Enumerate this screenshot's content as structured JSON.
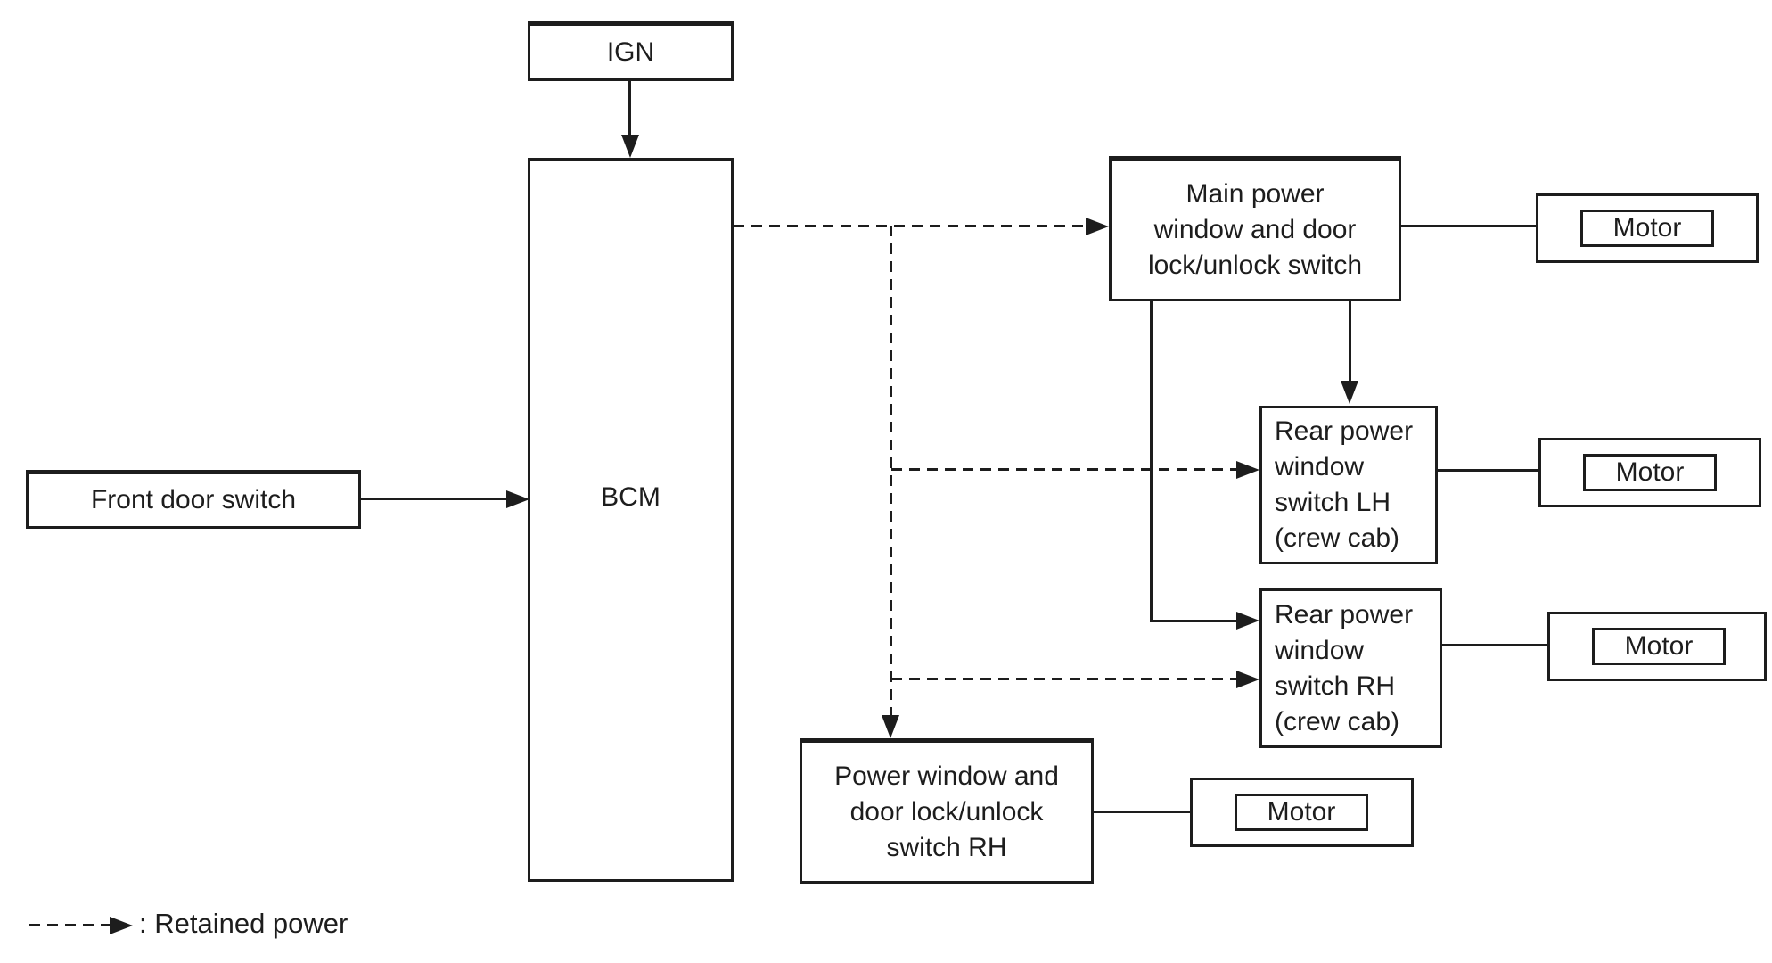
{
  "diagram": {
    "colors": {
      "line": "#1d1d1d",
      "background": "#ffffff"
    },
    "nodes": {
      "ign": "IGN",
      "bcm": "BCM",
      "front_door_switch": "Front door switch",
      "main_power_window_switch": "Main power\nwindow and door\nlock/unlock switch",
      "rear_power_window_switch_lh": "Rear power\nwindow\nswitch LH\n(crew cab)",
      "rear_power_window_switch_rh": "Rear power\nwindow\nswitch RH\n(crew cab)",
      "power_window_switch_rh": "Power window and\ndoor lock/unlock\nswitch RH"
    },
    "motors": [
      {
        "label": "Motor"
      },
      {
        "label": "Motor"
      },
      {
        "label": "Motor"
      },
      {
        "label": "Motor"
      }
    ],
    "legend": {
      "label": ": Retained power"
    }
  }
}
